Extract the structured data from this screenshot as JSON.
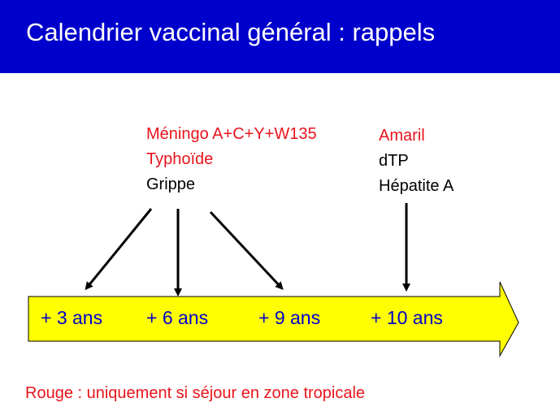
{
  "slide": {
    "title": "Calendrier vaccinal général : rappels"
  },
  "colors": {
    "title_bar": "#0000cc",
    "title_text": "#ffffff",
    "highlight_red": "#e8141c",
    "normal_text": "#000000",
    "timeline_fill": "#ffff00",
    "timeline_text": "#0000cc"
  },
  "groups": {
    "left": {
      "items": [
        {
          "label": "Méningo A+C+Y+W135",
          "color": "#e8141c"
        },
        {
          "label": "Typhoïde",
          "color": "#e8141c"
        },
        {
          "label": "Grippe",
          "color": "#000000"
        }
      ]
    },
    "right": {
      "items": [
        {
          "label": "Amaril",
          "color": "#e8141c"
        },
        {
          "label": "dTP",
          "color": "#000000"
        },
        {
          "label": "Hépatite A",
          "color": "#000000"
        }
      ]
    }
  },
  "timeline": {
    "labels": [
      "+ 3 ans",
      "+ 6 ans",
      "+ 9 ans",
      "+ 10 ans"
    ]
  },
  "legend": {
    "text": "Rouge : uniquement si séjour en zone tropicale",
    "color": "#e8141c"
  }
}
